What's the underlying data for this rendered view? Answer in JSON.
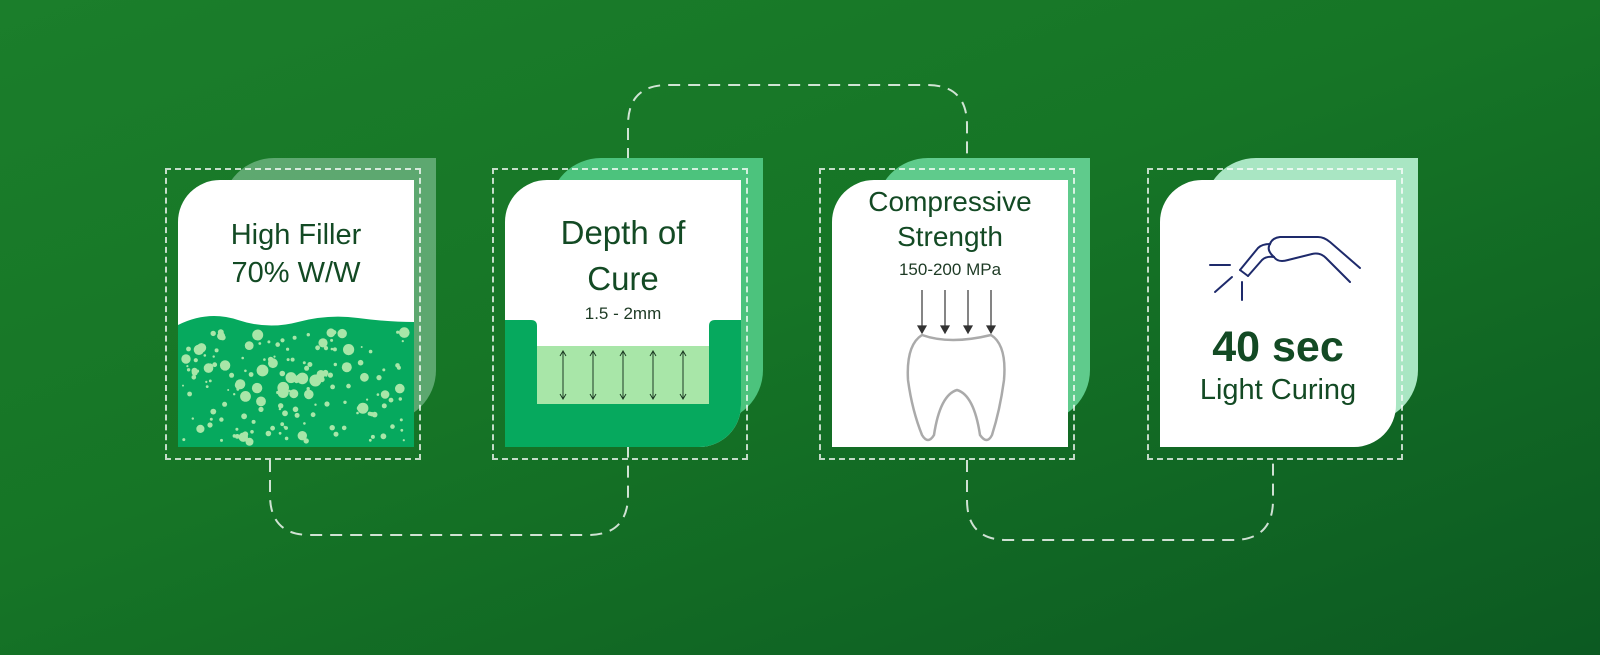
{
  "cards": [
    {
      "title_line1": "High Filler",
      "title_line2": "70% W/W",
      "icon": "filler-particles-icon",
      "back_color": "#6fae85"
    },
    {
      "title_line1": "Depth of",
      "title_line2": "Cure",
      "subtitle": "1.5 - 2mm",
      "icon": "depth-of-cure-icon",
      "back_color": "#4cc37d"
    },
    {
      "title_line1": "Compressive",
      "title_line2": "Strength",
      "subtitle": "150-200 MPa",
      "icon": "tooth-icon",
      "back_color": "#5fcb8c"
    },
    {
      "value": "40 sec",
      "label": "Light Curing",
      "icon": "curing-light-icon",
      "back_color": "#a9e6c3"
    }
  ],
  "colors": {
    "accent_green": "#06a95e",
    "light_green": "#a8e6a8",
    "text_dark_green": "#134a24",
    "icon_navy": "#1e2a6b"
  }
}
